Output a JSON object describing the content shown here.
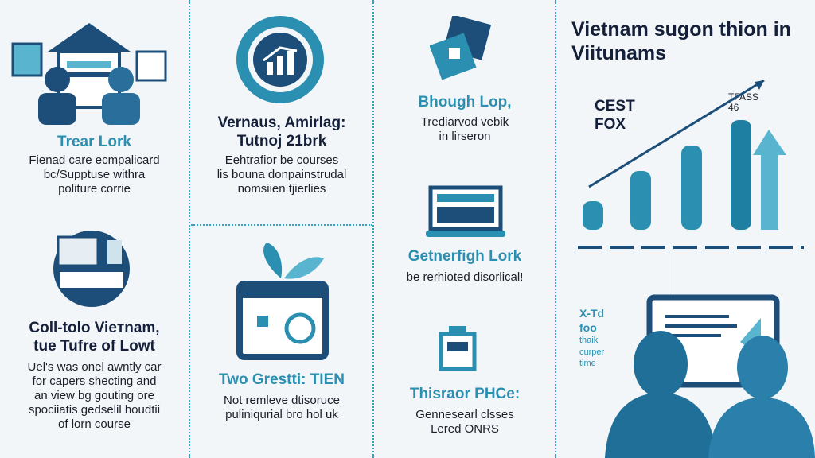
{
  "title": "Vietnam sugon thion in Viitunams",
  "colors": {
    "navy": "#1d4e7a",
    "teal": "#2a8fb0",
    "light": "#58b4cf",
    "bg": "#f3f6f8"
  },
  "sections": [
    {
      "heading": "Trear Lork",
      "body": [
        "Fienad care ecmpalicard",
        "bc/Supptuse withra",
        "politure corrie"
      ]
    },
    {
      "heading": "Vernaus, Amirlag:",
      "heading2": "Tutnoj 21brk",
      "body": [
        "Eehtrafior be courses",
        "lis bouna donpainstrudal",
        "nomsiien tjierlies"
      ]
    },
    {
      "heading": "Bhough Lop,",
      "body": [
        "Trediarvod vebik",
        "in lirseron"
      ]
    },
    {
      "heading": "Coll-tolo Vieтnam,",
      "heading2": "tue Tufre of Lowt",
      "body": [
        "Uel's was onel awntly car",
        "for capers shecting and",
        "an view bg gouting ore",
        "spociiatis gedselil houdtii",
        "of lorn course"
      ]
    },
    {
      "heading": "Two Grestti: TIEN",
      "body": [
        "Not remleve dtisoruce",
        "puliniqurial bro hol uk"
      ]
    },
    {
      "heading": "Getnerfigh Lork",
      "body": [
        "be rerhioted disorlical!"
      ]
    },
    {
      "heading": "Thisraor PHCe:",
      "body": [
        "Gennesearl clsses",
        "Lered ONRS"
      ]
    }
  ],
  "chart": {
    "label1": "CEST",
    "label2": "FOX",
    "peak_label": "TFASS",
    "peak_value": "46",
    "side_text": [
      "X-Td",
      "foo",
      "thaik",
      "curper",
      "time"
    ]
  }
}
